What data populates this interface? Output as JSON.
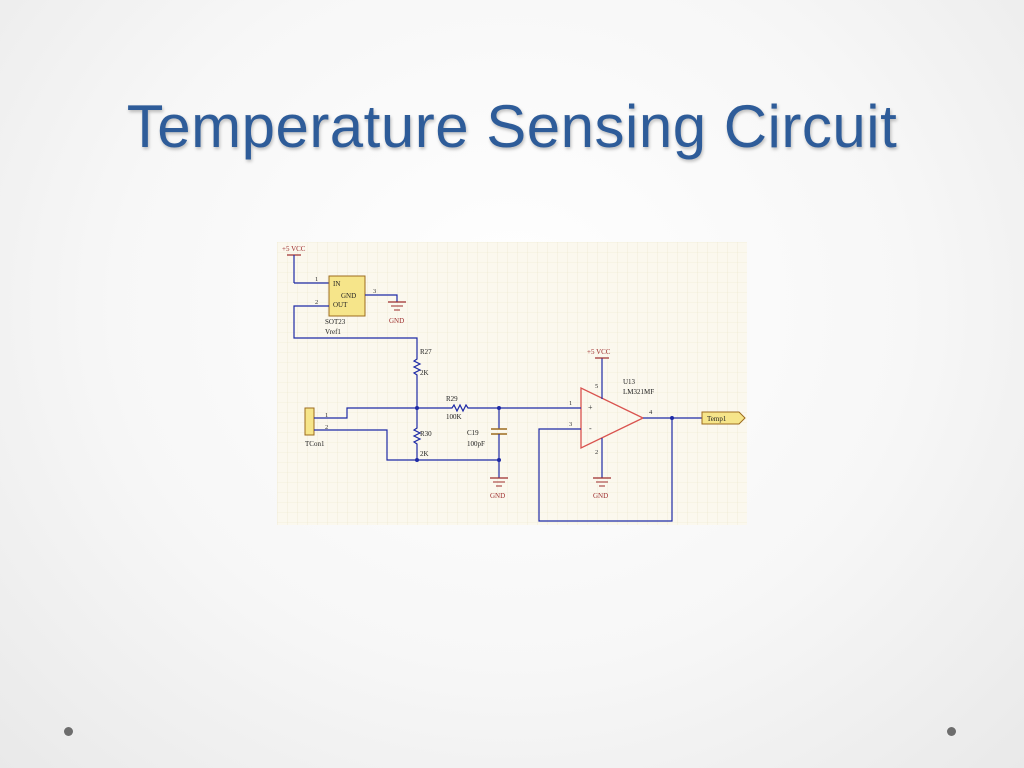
{
  "slide": {
    "title": "Temperature Sensing Circuit"
  },
  "schematic": {
    "vcc_top": "+5 VCC",
    "vcc_opamp": "+5 VCC",
    "vref": {
      "pin1": "1",
      "pin2": "2",
      "pin3": "3",
      "label_in": "IN",
      "label_gnd": "GND",
      "label_out": "OUT",
      "package": "SOT23",
      "designator": "Vref1"
    },
    "gnd_vref": "GND",
    "r27": {
      "designator": "R27",
      "value": "2K"
    },
    "r30": {
      "designator": "R30",
      "value": "2K"
    },
    "r29": {
      "designator": "R29",
      "value": "100K"
    },
    "c19": {
      "designator": "C19",
      "value": "100pF"
    },
    "gnd_cap": "GND",
    "gnd_opamp": "GND",
    "connector": {
      "pin1": "1",
      "pin2": "2",
      "designator": "TCon1"
    },
    "opamp": {
      "designator": "U13",
      "part": "LM321MF",
      "pin_noninv": "1",
      "pin_inv": "3",
      "pin_out": "4",
      "pin_vcc": "5",
      "pin_gnd": "2",
      "plus": "+",
      "minus": "-"
    },
    "net_label": "Temp1"
  }
}
